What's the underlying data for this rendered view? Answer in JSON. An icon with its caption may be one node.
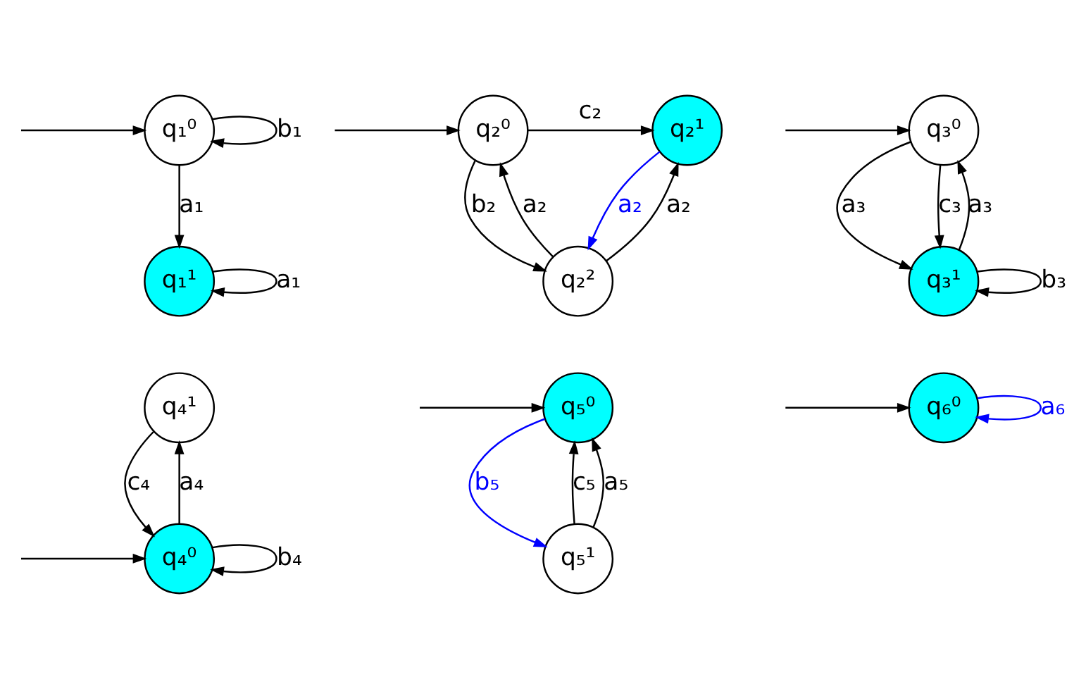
{
  "diagram": {
    "nodes": [
      {
        "text": [
          "q₁⁰"
        ]
      },
      {
        "text": [
          "q₁¹"
        ]
      },
      {
        "text": [
          "q₂⁰"
        ]
      },
      {
        "text": [
          "q₂¹"
        ]
      },
      {
        "text": [
          "q₂²"
        ]
      },
      {
        "text": [
          "q₃⁰"
        ]
      },
      {
        "text": [
          "q₃¹"
        ]
      },
      {
        "text": [
          "q₄¹"
        ]
      },
      {
        "text": [
          "q₄⁰"
        ]
      },
      {
        "text": [
          "q₅⁰"
        ]
      },
      {
        "text": [
          "q₅¹"
        ]
      },
      {
        "text": [
          "q₆⁰"
        ]
      }
    ],
    "edges": [
      {
        "from": null,
        "to": 0,
        "arrow": "to"
      },
      {
        "from": 0,
        "to": 0,
        "label": "b₁",
        "arrow": "to"
      },
      {
        "from": 0,
        "to": 1,
        "label": "a₁",
        "arrow": "to"
      },
      {
        "from": 1,
        "to": 1,
        "label": "a₁",
        "arrow": "to"
      },
      {
        "from": null,
        "to": 2,
        "arrow": "to"
      },
      {
        "from": 2,
        "to": 3,
        "label": "c₂",
        "arrow": "to"
      },
      {
        "from": 4,
        "to": 2,
        "label": "a₂",
        "arrow": "to"
      },
      {
        "from": 2,
        "to": 4,
        "label": "b₂",
        "arrow": "to"
      },
      {
        "from": 3,
        "to": 4,
        "label": "a₂",
        "arrow": "to",
        "color": "#0000ff"
      },
      {
        "from": 4,
        "to": 3,
        "label": "a₂",
        "arrow": "to"
      },
      {
        "from": null,
        "to": 5,
        "arrow": "to"
      },
      {
        "from": 5,
        "to": 6,
        "label": "a₃",
        "arrow": "to"
      },
      {
        "from": 5,
        "to": 6,
        "label": "c₃",
        "arrow": "to"
      },
      {
        "from": 6,
        "to": 5,
        "label": "a₃",
        "arrow": "to"
      },
      {
        "from": 6,
        "to": 6,
        "label": "b₃",
        "arrow": "to"
      },
      {
        "from": 7,
        "to": 8,
        "label": "c₄",
        "arrow": "to"
      },
      {
        "from": 8,
        "to": 7,
        "label": "a₄",
        "arrow": "to"
      },
      {
        "from": null,
        "to": 8,
        "arrow": "to"
      },
      {
        "from": 8,
        "to": 8,
        "label": "b₄",
        "arrow": "to"
      },
      {
        "from": null,
        "to": 9,
        "arrow": "to"
      },
      {
        "from": 9,
        "to": 10,
        "label": "b₅",
        "arrow": "to",
        "color": "#0000ff"
      },
      {
        "from": 10,
        "to": 9,
        "label": "c₅",
        "arrow": "to"
      },
      {
        "from": 10,
        "to": 9,
        "label": "a₅",
        "arrow": "to"
      },
      {
        "from": null,
        "to": 11,
        "arrow": "to"
      },
      {
        "from": 11,
        "to": 11,
        "label": "a₆",
        "arrow": "to",
        "color": "#0000ff"
      }
    ]
  }
}
